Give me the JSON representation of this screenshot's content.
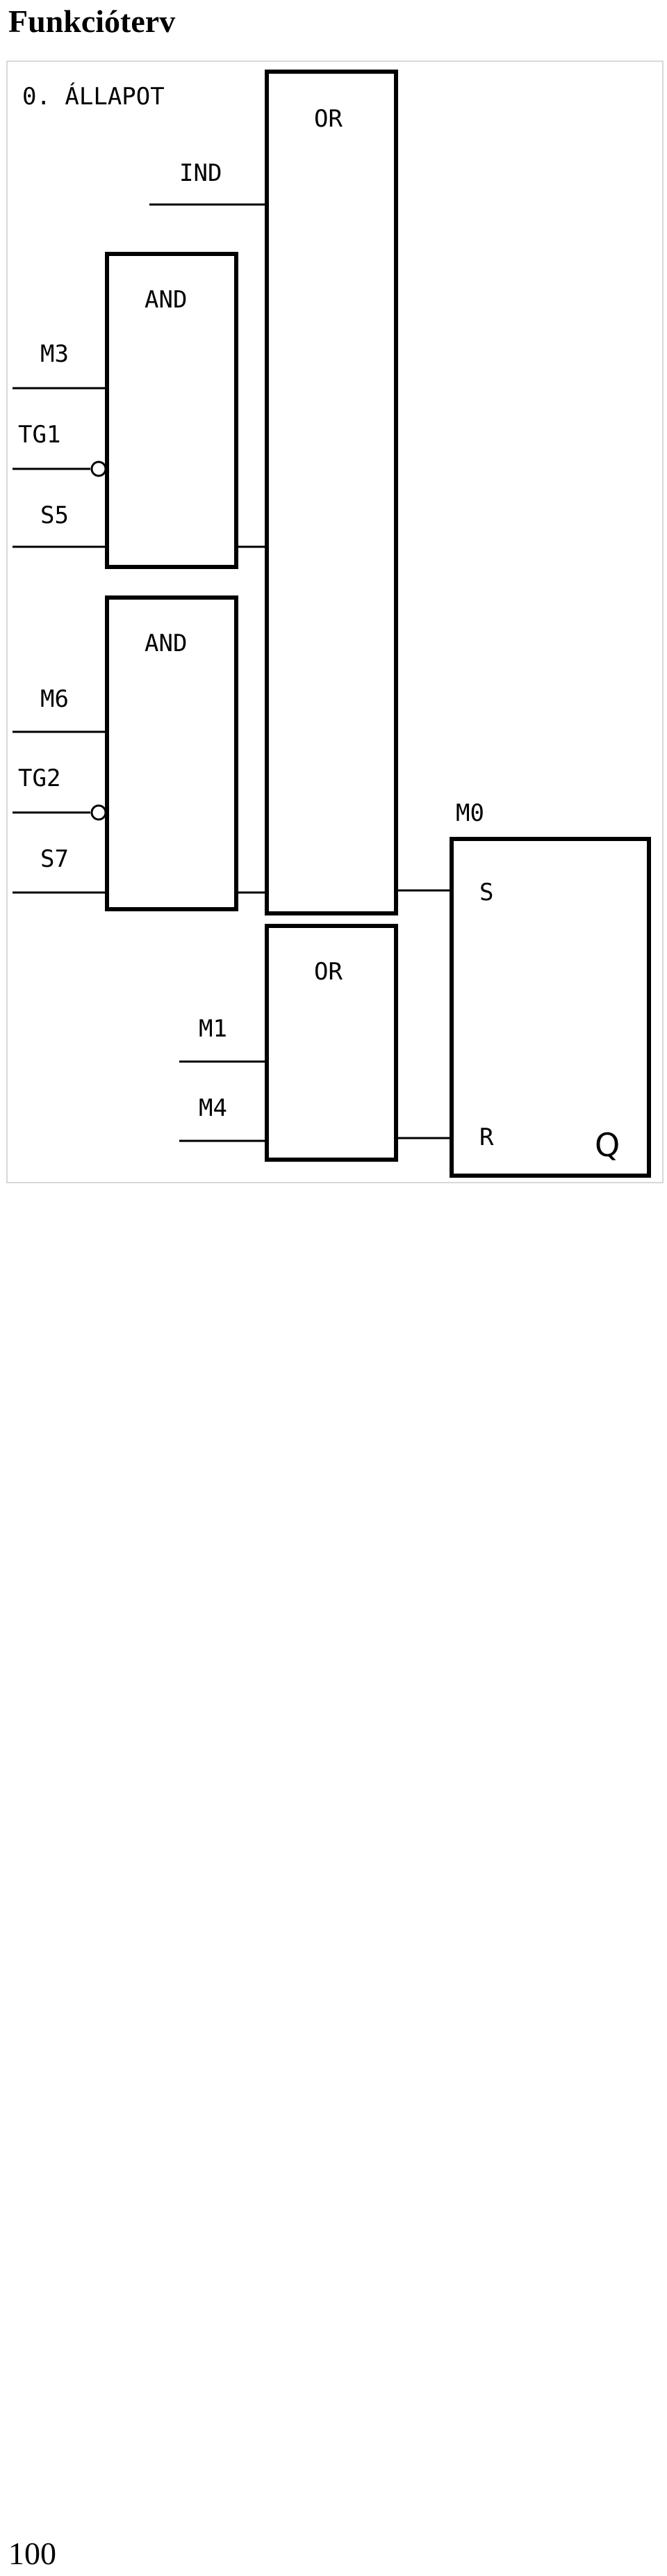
{
  "page": {
    "title": "Funkcióterv",
    "page_number": "100"
  },
  "diagram": {
    "state_label": "0. ÁLLAPOT",
    "or_gate_top": {
      "label": "OR",
      "input": "IND"
    },
    "and_gate_1": {
      "label": "AND",
      "inputs": [
        "M3",
        "TG1",
        "S5"
      ],
      "negated": [
        "TG1"
      ]
    },
    "and_gate_2": {
      "label": "AND",
      "inputs": [
        "M6",
        "TG2",
        "S7"
      ],
      "negated": [
        "TG2"
      ]
    },
    "or_gate_bottom": {
      "label": "OR",
      "inputs": [
        "M1",
        "M4"
      ]
    },
    "flipflop": {
      "name": "M0",
      "set_label": "S",
      "reset_label": "R",
      "output_label": "Q"
    }
  }
}
